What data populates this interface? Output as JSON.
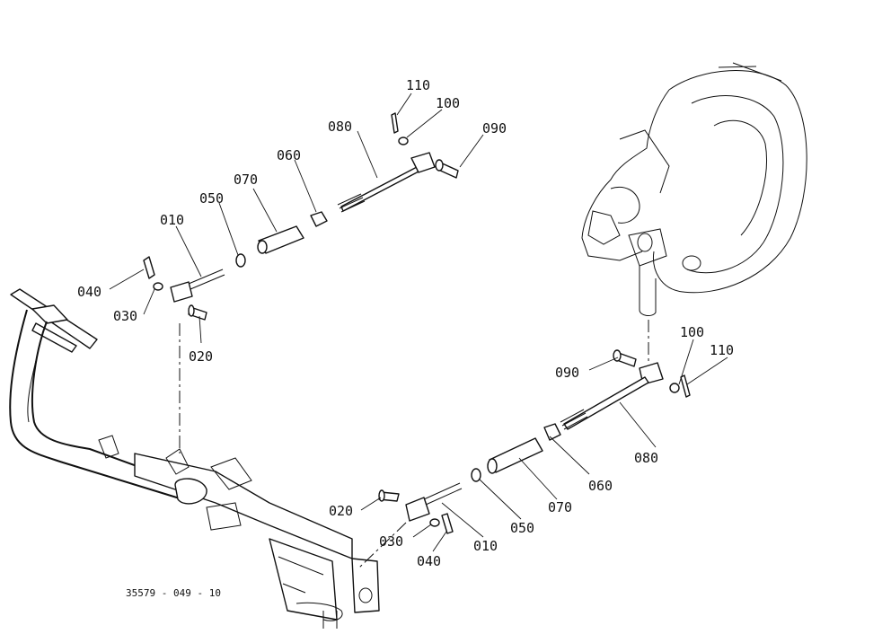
{
  "callouts": {
    "upper": {
      "c110": "110",
      "c100": "100",
      "c090": "090",
      "c080": "080",
      "c060": "060",
      "c070": "070",
      "c050": "050",
      "c010": "010",
      "c040": "040",
      "c030": "030",
      "c020": "020"
    },
    "lower": {
      "c100": "100",
      "c110": "110",
      "c090": "090",
      "c080": "080",
      "c060": "060",
      "c070": "070",
      "c020": "020",
      "c050": "050",
      "c030": "030",
      "c010": "010",
      "c040": "040"
    }
  },
  "figure_reference": "35579 - 049 - 10"
}
